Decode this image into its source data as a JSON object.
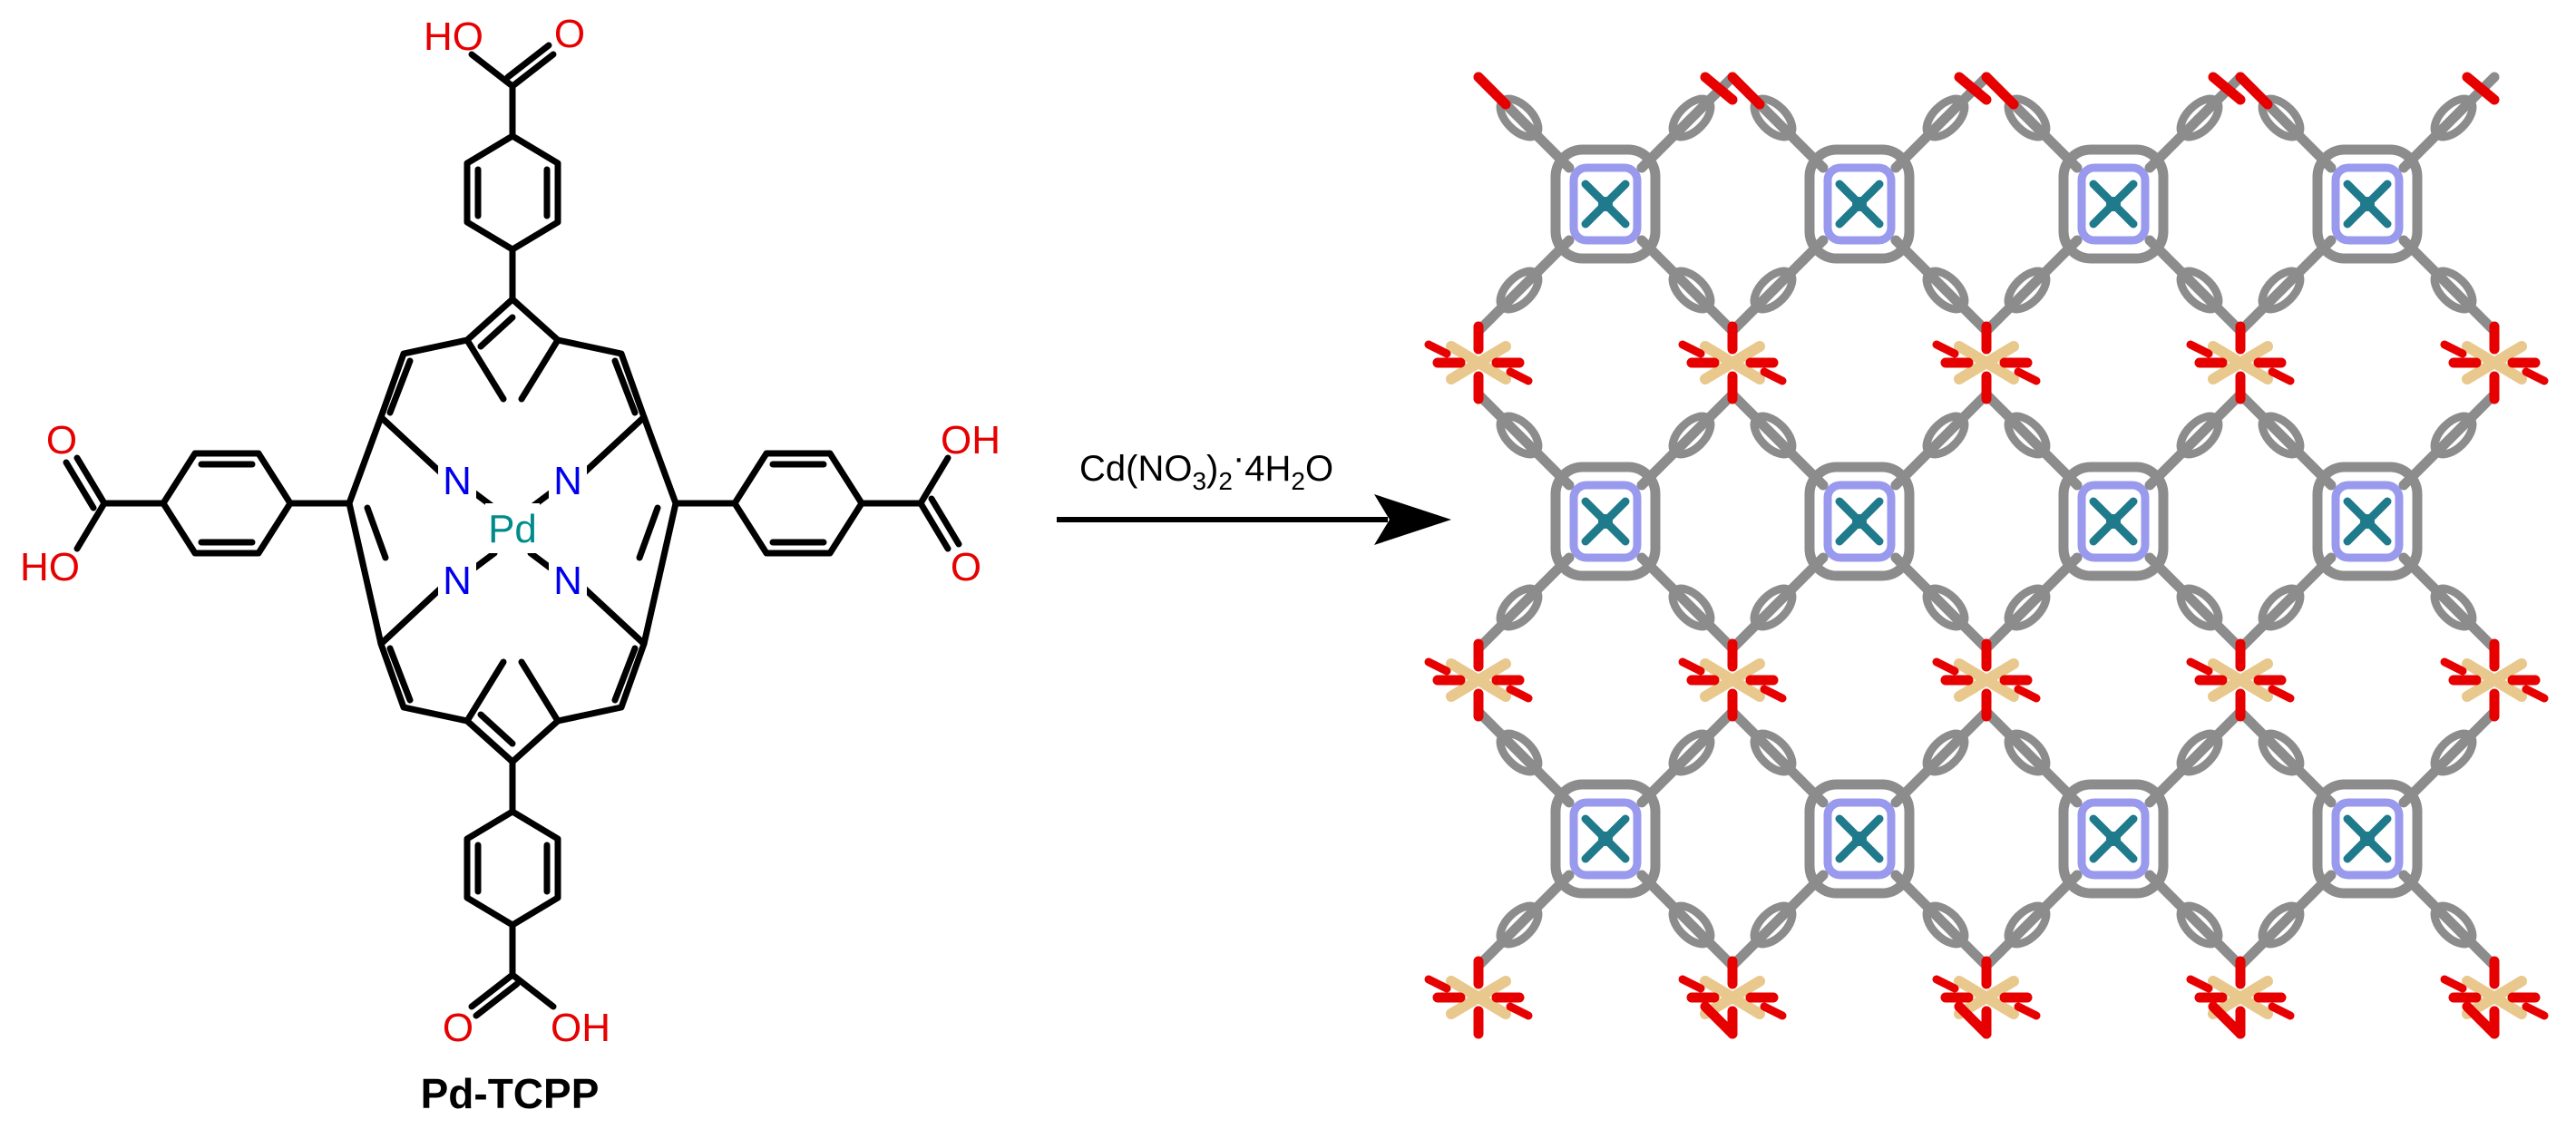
{
  "molecule": {
    "name": "Pd-TCPP",
    "metal_label": "Pd",
    "nitrogen_label": "N",
    "carboxyl_top_oh": "HO",
    "carboxyl_right_oh": "OH",
    "carboxyl_bottom_oh": "OH",
    "carboxyl_left_oh": "HO",
    "oxygen_label": "O"
  },
  "reaction": {
    "reagent_main": "Cd(NO",
    "reagent_sub1": "3",
    "reagent_close": ")",
    "reagent_sub2": "2",
    "reagent_dot": "·",
    "reagent_tail": "4H",
    "reagent_sub3": "2",
    "reagent_end": "O"
  },
  "framework": {
    "columns": 4,
    "rows": 3,
    "colors": {
      "carbon": "#8c8c8c",
      "nitrogen": "#9999ee",
      "palladium": "#1f7a8c",
      "oxygen": "#e60000",
      "cadmium": "#e8c88c"
    }
  },
  "colors": {
    "bond": "#000000",
    "oxygen": "#e60000",
    "nitrogen": "#0000ee",
    "palladium": "#008b8b"
  }
}
